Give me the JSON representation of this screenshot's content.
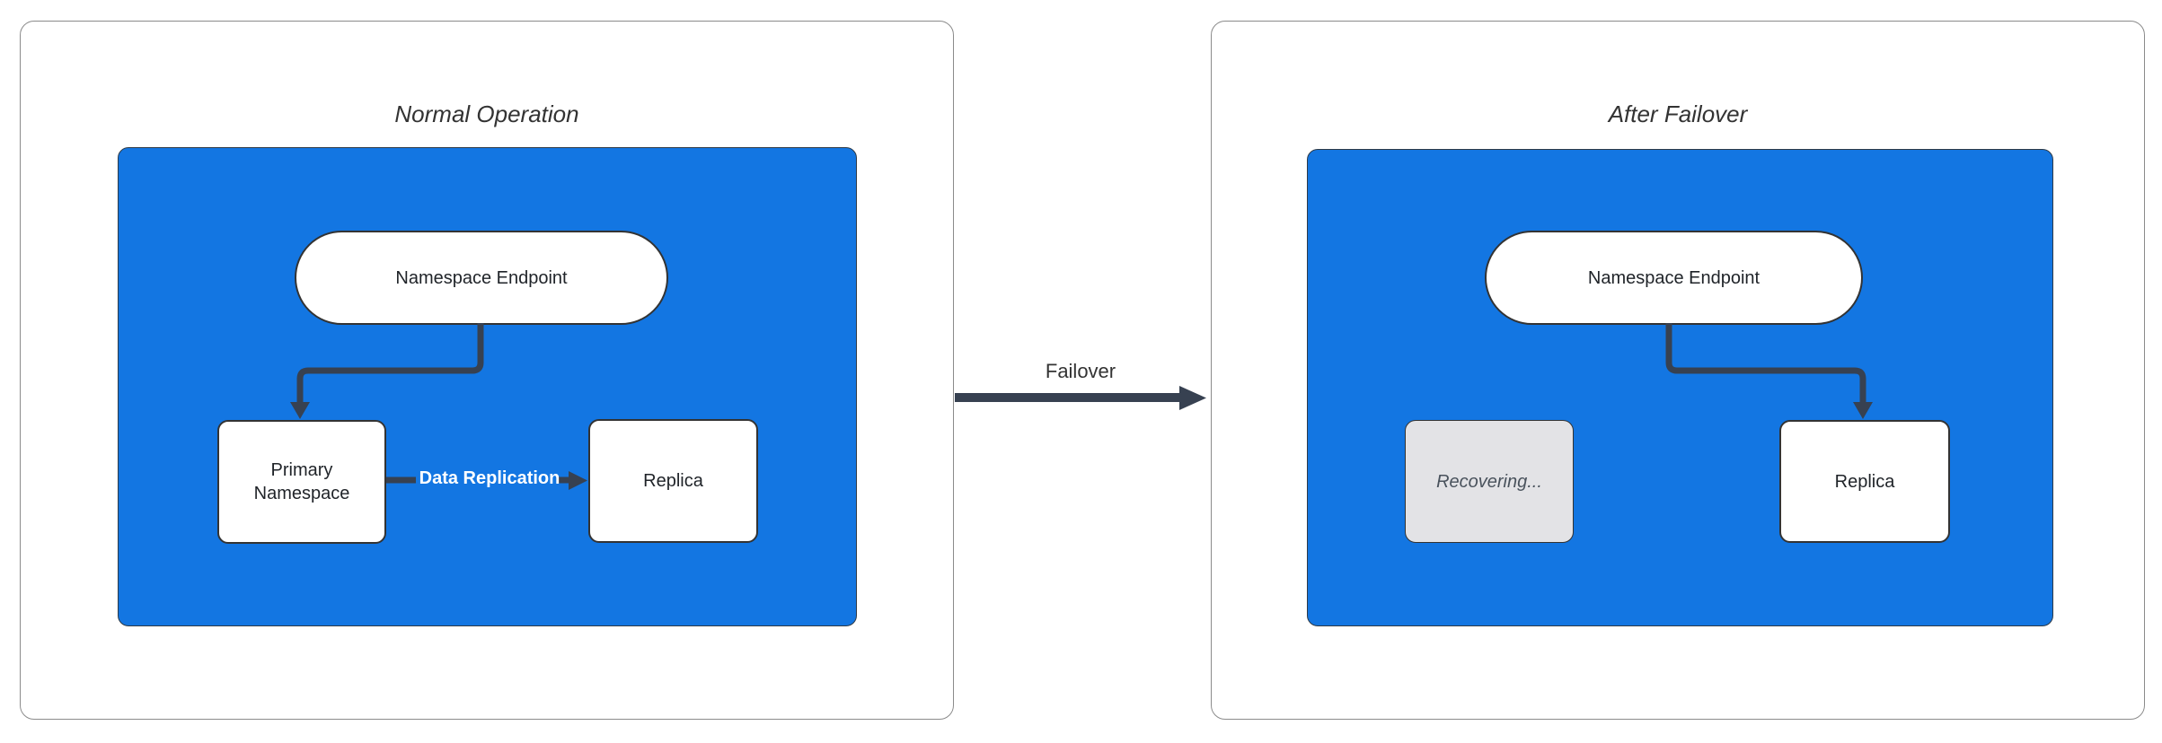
{
  "left_panel": {
    "title": "Normal Operation",
    "endpoint_label": "Namespace Endpoint",
    "primary_label": "Primary Namespace",
    "replica_label": "Replica",
    "replication_edge_label": "Data Replication",
    "edges": [
      {
        "from": "Namespace Endpoint",
        "to": "Primary Namespace",
        "label": ""
      },
      {
        "from": "Primary Namespace",
        "to": "Replica",
        "label": "Data Replication"
      }
    ]
  },
  "right_panel": {
    "title": "After Failover",
    "endpoint_label": "Namespace Endpoint",
    "recovering_label": "Recovering...",
    "replica_label": "Replica",
    "edges": [
      {
        "from": "Namespace Endpoint",
        "to": "Replica",
        "label": ""
      }
    ]
  },
  "transition_arrow": {
    "label": "Failover",
    "from": "Normal Operation",
    "to": "After Failover"
  },
  "colors": {
    "container_fill": "#1376E2",
    "edge_stroke": "#374151",
    "node_border": "#333333",
    "node_fill": "#FFFFFF",
    "recovering_fill": "#E3E3E6",
    "recovering_text": "#49525C",
    "title_text": "#333333",
    "panel_border": "#8B8B8B"
  }
}
